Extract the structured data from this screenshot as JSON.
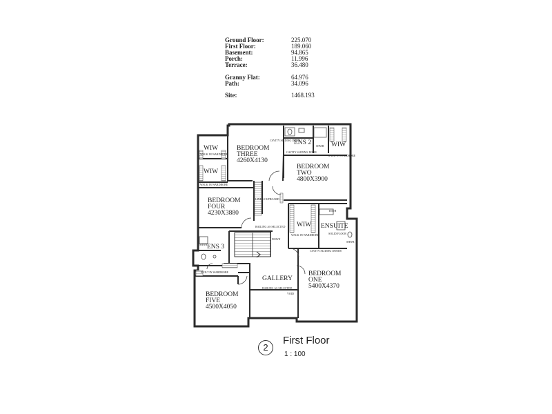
{
  "areas": [
    {
      "label": "Ground Floor:",
      "value": "225.070"
    },
    {
      "label": "First Floor:",
      "value": "189.060"
    },
    {
      "label": "Basement:",
      "value": "94.865"
    },
    {
      "label": "Porch:",
      "value": "11.996"
    },
    {
      "label": "Terrace:",
      "value": "36.480"
    },
    {
      "label": "Granny Flat:",
      "value": "64.976"
    },
    {
      "label": "Path:",
      "value": "34.096"
    },
    {
      "label": "Site:",
      "value": "1468.193"
    }
  ],
  "rooms": {
    "bedroom_three": {
      "name_1": "BEDROOM",
      "name_2": "THREE",
      "dims": "4260X4130"
    },
    "bedroom_two": {
      "name_1": "BEDROOM",
      "name_2": "TWO",
      "dims": "4800X3900"
    },
    "bedroom_four": {
      "name_1": "BEDROOM",
      "name_2": "FOUR",
      "dims": "4230X3880"
    },
    "bedroom_five": {
      "name_1": "BEDROOM",
      "name_2": "FIVE",
      "dims": "4500X4050"
    },
    "bedroom_one": {
      "name_1": "BEDROOM",
      "name_2": "ONE",
      "dims": "5400X4370"
    },
    "gallery": "GALLERY",
    "ens_2": "ENS 2",
    "ens_3": "ENS 3",
    "ensuite": "ENSUITE",
    "wiw": "WIW"
  },
  "notes": {
    "walk_in_wardrobe": "WALK IN WARDROBE",
    "cavity_sliding_door": "CAVITY SLIDING DOOR",
    "cavity_sliding_doors": "CAVITY SLIDING DOORS",
    "linen_cupboard": "LINEN CUPBOARD",
    "railing_as_selected": "RAILING AS SELECTED",
    "built_in_wardrobe": "BUILT IN WARDROBE",
    "void": "VOID",
    "down": "DOWN",
    "bath": "BATH",
    "shwr": "SHWR",
    "solid_floor": "SOLID FLOOR"
  },
  "title": {
    "number": "2",
    "name": "First Floor",
    "scale": "1 : 100"
  }
}
